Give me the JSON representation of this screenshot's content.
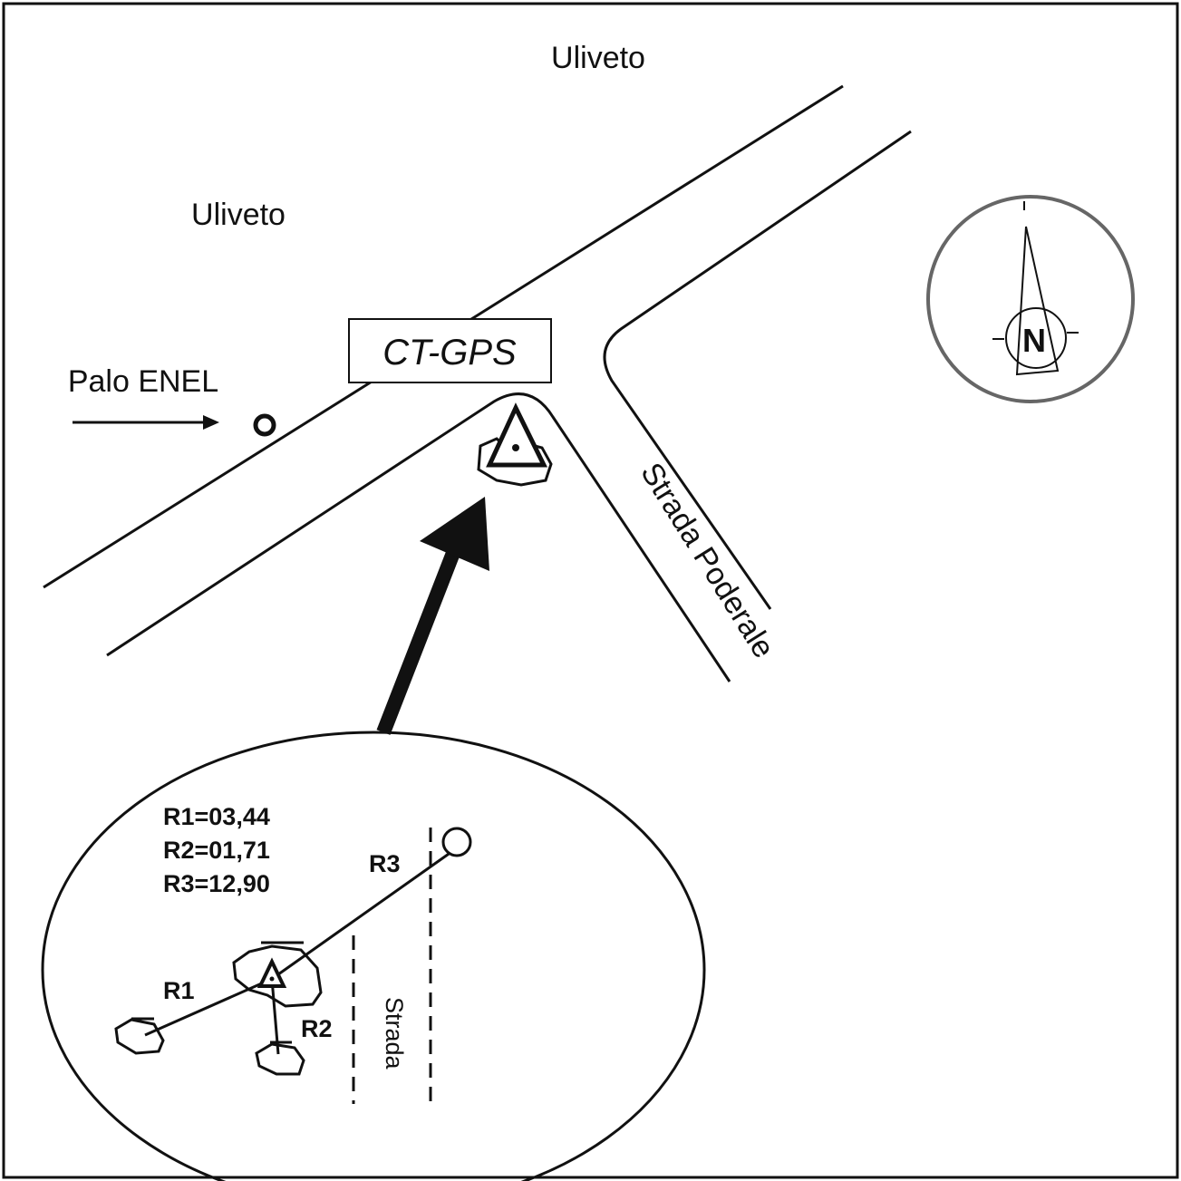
{
  "map": {
    "labels": {
      "uliveto_top": "Uliveto",
      "uliveto_left": "Uliveto",
      "palo_enel": "Palo ENEL",
      "station_id": "CT-GPS",
      "strada_poderale": "Strada Poderale"
    },
    "compass": {
      "letter": "N"
    },
    "colors": {
      "ink": "#111111",
      "compass_ring": "#666666"
    }
  },
  "inset": {
    "measurements": [
      {
        "label": "R1",
        "text": "R1=03,44",
        "value": "03,44"
      },
      {
        "label": "R2",
        "text": "R2=01,71",
        "value": "01,71"
      },
      {
        "label": "R3",
        "text": "R3=12,90",
        "value": "12,90"
      }
    ],
    "road_label": "Strada"
  }
}
